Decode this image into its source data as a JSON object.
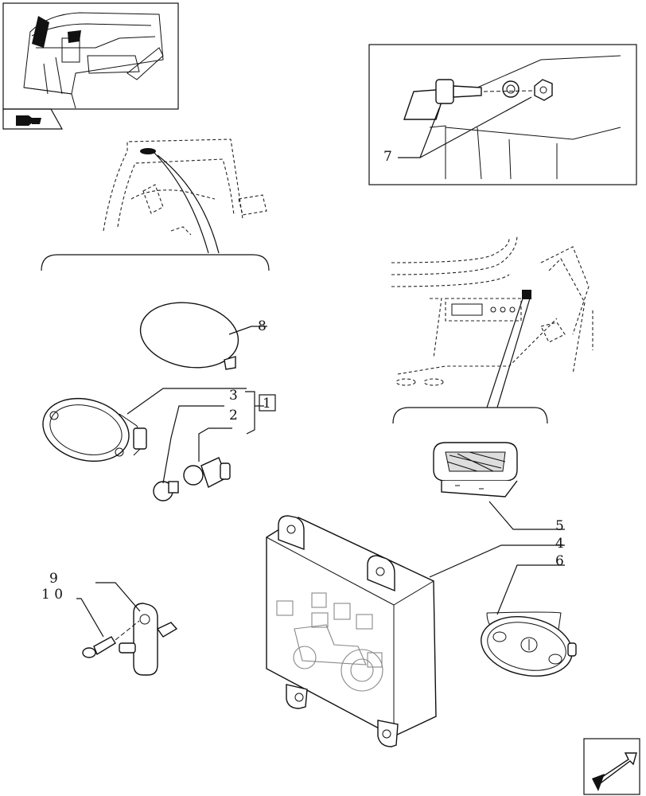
{
  "callouts": {
    "c1": "1",
    "c2": "2",
    "c3": "3",
    "c4": "4",
    "c5": "5",
    "c6": "6",
    "c7": "7",
    "c8": "8",
    "c9": "9",
    "c10": "1 0"
  },
  "icons": {
    "thumbnail_nav": "tractor-cab-nav-icon",
    "next_page": "next-page-arrow-icon"
  },
  "colors": {
    "line": "#111111",
    "background": "#ffffff"
  }
}
